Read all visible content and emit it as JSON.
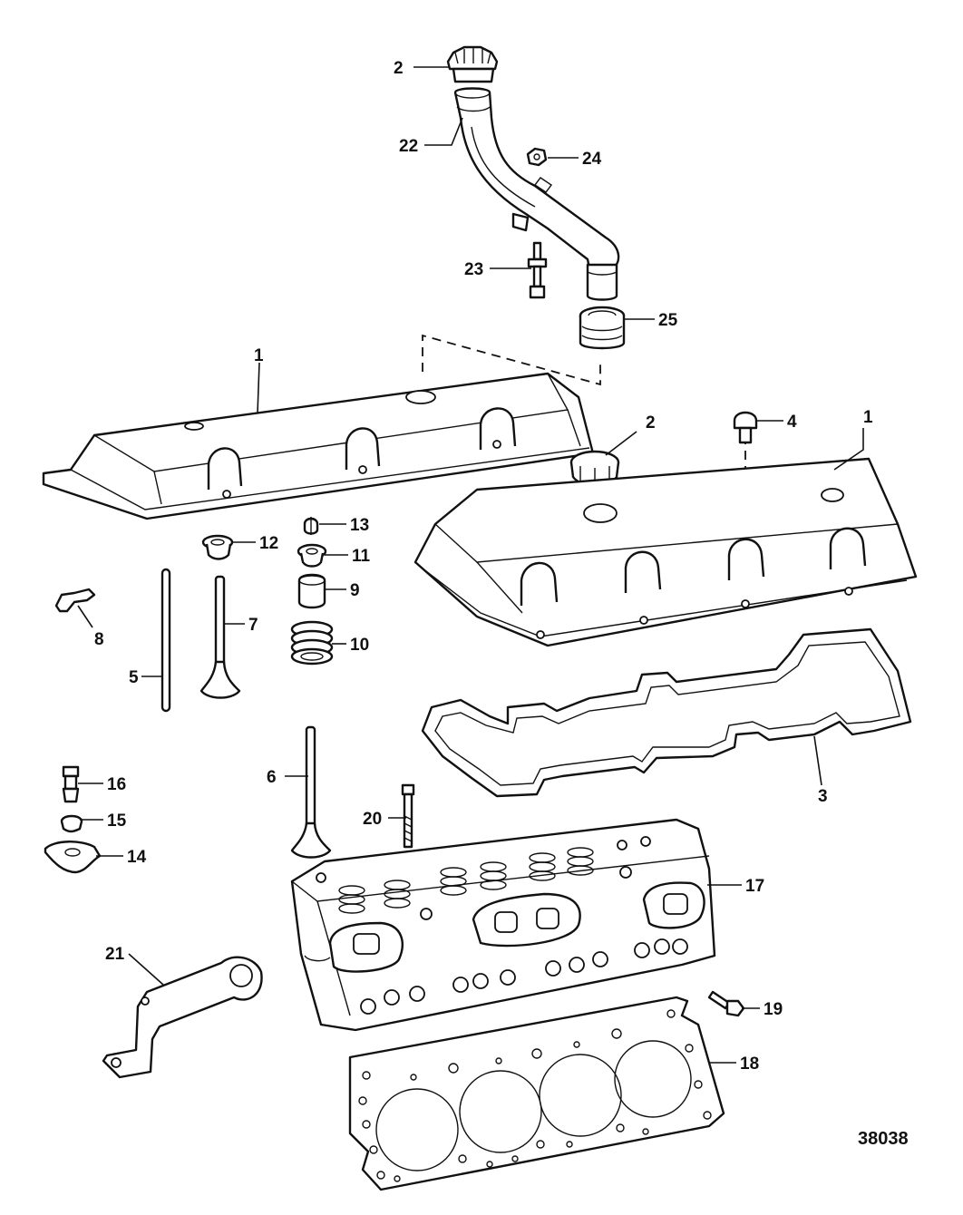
{
  "reference_number": "38038",
  "callouts": [
    {
      "id": "c-2-top",
      "label": "2"
    },
    {
      "id": "c-22",
      "label": "22"
    },
    {
      "id": "c-24",
      "label": "24"
    },
    {
      "id": "c-23",
      "label": "23"
    },
    {
      "id": "c-25",
      "label": "25"
    },
    {
      "id": "c-1-left",
      "label": "1"
    },
    {
      "id": "c-2-right",
      "label": "2"
    },
    {
      "id": "c-4",
      "label": "4"
    },
    {
      "id": "c-1-right",
      "label": "1"
    },
    {
      "id": "c-13",
      "label": "13"
    },
    {
      "id": "c-12",
      "label": "12"
    },
    {
      "id": "c-11",
      "label": "11"
    },
    {
      "id": "c-9",
      "label": "9"
    },
    {
      "id": "c-10",
      "label": "10"
    },
    {
      "id": "c-7",
      "label": "7"
    },
    {
      "id": "c-8",
      "label": "8"
    },
    {
      "id": "c-5",
      "label": "5"
    },
    {
      "id": "c-3",
      "label": "3"
    },
    {
      "id": "c-6",
      "label": "6"
    },
    {
      "id": "c-16",
      "label": "16"
    },
    {
      "id": "c-15",
      "label": "15"
    },
    {
      "id": "c-20",
      "label": "20"
    },
    {
      "id": "c-14",
      "label": "14"
    },
    {
      "id": "c-17",
      "label": "17"
    },
    {
      "id": "c-21",
      "label": "21"
    },
    {
      "id": "c-19",
      "label": "19"
    },
    {
      "id": "c-18",
      "label": "18"
    }
  ]
}
